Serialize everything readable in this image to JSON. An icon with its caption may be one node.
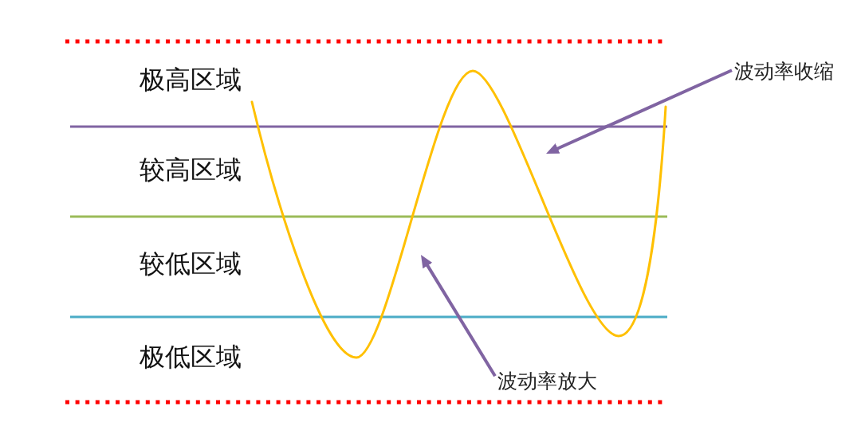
{
  "diagram": {
    "nodes": [
      {
        "text": [
          "波动率收缩"
        ]
      },
      {
        "text": [
          "波动率放大"
        ]
      }
    ],
    "edges": [
      {
        "from": 0,
        "to": null,
        "arrow": "to"
      },
      {
        "from": 1,
        "to": null,
        "arrow": "to"
      }
    ],
    "labels": [
      "极高区域",
      "较高区域",
      "较低区域",
      "极低区域"
    ]
  }
}
